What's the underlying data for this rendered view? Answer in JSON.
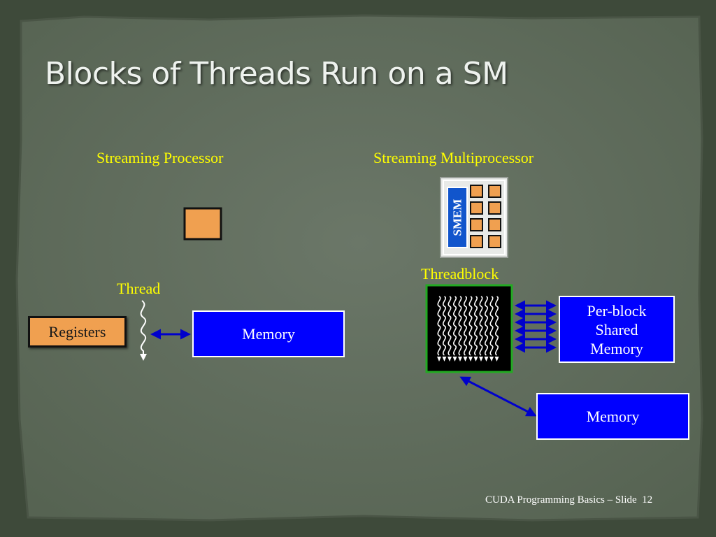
{
  "title": "Blocks of Threads Run on a SM",
  "labels": {
    "streaming_processor": "Streaming Processor",
    "streaming_multiprocessor": "Streaming Multiprocessor",
    "thread": "Thread",
    "threadblock": "Threadblock",
    "smem": "SMEM"
  },
  "boxes": {
    "registers": "Registers",
    "memory_left": "Memory",
    "per_block_shared_memory": [
      "Per-block",
      "Shared",
      "Memory"
    ],
    "memory_right": "Memory"
  },
  "footer": {
    "text": "CUDA Programming Basics – Slide",
    "page": "12"
  },
  "colors": {
    "label_yellow": "#ffff00",
    "memory_blue": "#0000ff",
    "processor_orange": "#f0a050",
    "arrow_blue": "#0000cc",
    "threadblock_border": "#22aa22",
    "background": "#5f6b5c"
  }
}
